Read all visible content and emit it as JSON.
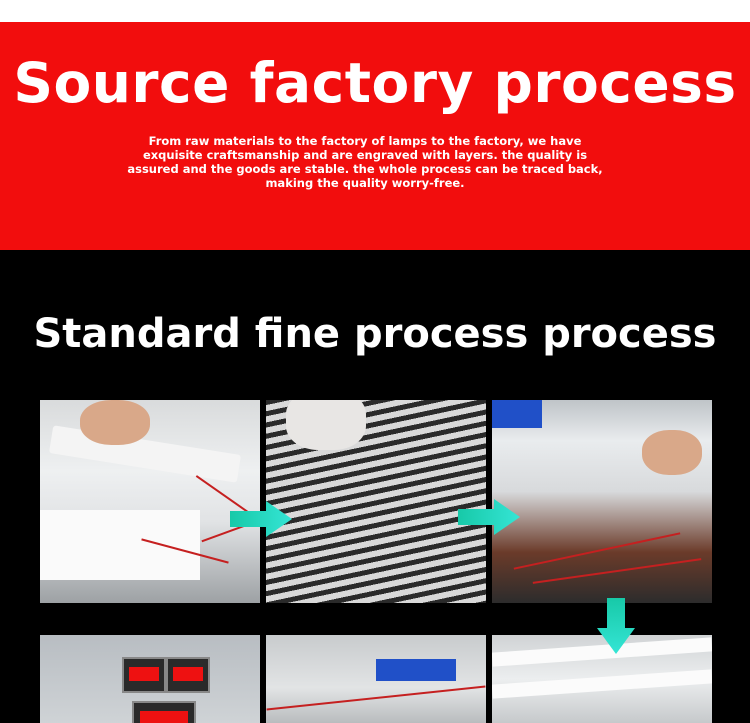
{
  "banner": {
    "title": "Source factory process",
    "description": "From raw materials to the factory of lamps to the factory, we have exquisite craftsmanship and are engraved with layers. the quality is assured and the goods are stable. the whole process can be traced back, making the quality worry-free."
  },
  "section": {
    "title": "Standard fine process process"
  },
  "colors": {
    "banner_red": "#f20d0d",
    "background": "#000000",
    "arrow_cyan": "#1fd8c4"
  },
  "icons": [
    "arrow-right-icon",
    "arrow-right-icon",
    "arrow-down-icon"
  ]
}
